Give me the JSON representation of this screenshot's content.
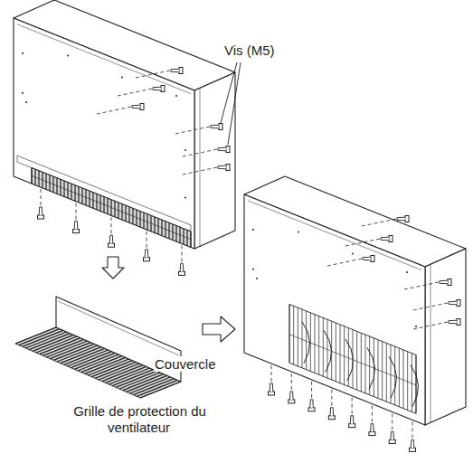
{
  "diagram": {
    "labels": [
      "Vis (M5)",
      "Couvercle",
      "Grille de protection du ventilateur"
    ]
  }
}
